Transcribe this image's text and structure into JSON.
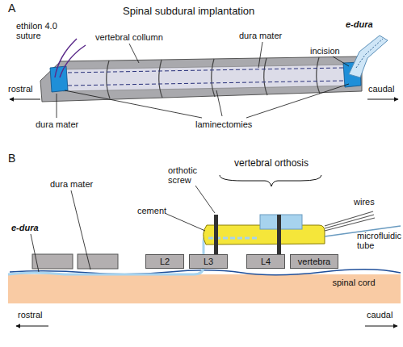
{
  "diagram": {
    "nodes": [
      {
        "text": [
          "L2"
        ]
      },
      {
        "text": [
          "L3"
        ]
      },
      {
        "text": [
          "L4"
        ]
      },
      {
        "text": [
          "vertebra"
        ]
      },
      {
        "text": [
          "spinal cord"
        ]
      }
    ],
    "labels": [
      "A",
      "Spinal subdural implantation",
      "ethilon 4.0 suture",
      "vertebral collumn",
      "dura mater",
      "incision",
      "e-dura",
      "rostral",
      "caudal",
      "dura mater",
      "laminectomies",
      "B",
      "vertebral orthosis",
      "orthotic screw",
      "wires",
      "microfluidic tube",
      "dura mater",
      "e-dura",
      "cement",
      "rostral",
      "caudal"
    ]
  }
}
